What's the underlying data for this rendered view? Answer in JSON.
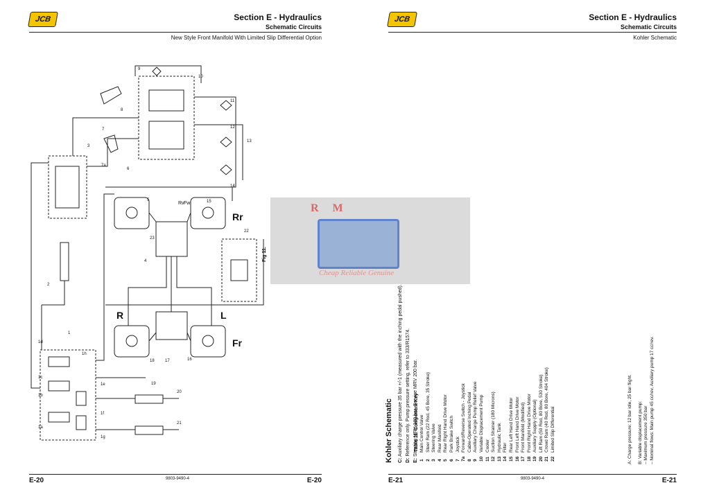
{
  "left_page": {
    "logo": "JCB",
    "section_title": "Section E - Hydraulics",
    "subtitle": "Schematic Circuits",
    "caption": "New Style Front Manifold With Limited Slip Differential Option",
    "page_left": "E-20",
    "page_right": "E-20",
    "doc_number": "9803-9490-4",
    "fig_label": "Fig 11.",
    "wheel_labels": {
      "rr": "Rr",
      "r": "R",
      "l": "L",
      "fr": "Fr"
    },
    "port_labels": [
      "Rv",
      "Fw"
    ],
    "callouts": [
      "1",
      "1a",
      "1b",
      "1c",
      "1d",
      "1e",
      "1f",
      "1g",
      "1h",
      "2",
      "3",
      "4",
      "5",
      "6",
      "7",
      "7a",
      "8",
      "9",
      "10",
      "11",
      "12",
      "13",
      "14",
      "15",
      "16",
      "17",
      "18",
      "19",
      "20",
      "21",
      "22",
      "23"
    ]
  },
  "right_page": {
    "logo": "JCB",
    "section_title": "Section E - Hydraulics",
    "subtitle": "Schematic Circuits",
    "caption": "Kohler Schematic",
    "page_left": "E-21",
    "page_right": "E-21",
    "doc_number": "9803-9490-4",
    "heading": "Kohler Schematic",
    "notes": [
      {
        "tag": "C:",
        "text": "Auxiliary charge pressure 35 bar +/-1 (measured with the inching pedal pushed)."
      },
      {
        "tag": "D:",
        "text": "Reference only. Pump pressure setting, refer to 333/R1574."
      },
      {
        "tag": "E:",
        "text": "Steering MRV 180 bar, Service MRV 200 bar."
      }
    ],
    "key_title": "Table 11. Component Key",
    "key": [
      {
        "n": "1",
        "label": "Main Control Valve"
      },
      {
        "n": "2",
        "label": "Steer Ram (22 Rod, 45 Bore, 35 Stroke)"
      },
      {
        "n": "3",
        "label": "Steering Valve"
      },
      {
        "n": "4",
        "label": "Rear Manifold"
      },
      {
        "n": "5",
        "label": "Rear Right Hand Drive Motor"
      },
      {
        "n": "6",
        "label": "Park Brake Switch"
      },
      {
        "n": "7",
        "label": "Joystick"
      },
      {
        "n": "7a",
        "label": "Forward/Reverse Switch - Joystick"
      },
      {
        "n": "8",
        "label": "Cable-Operated Inching Pedal"
      },
      {
        "n": "9",
        "label": "Auxiliary Charge Pump Relief Valve"
      },
      {
        "n": "10",
        "label": "Variable Displacement Pump"
      },
      {
        "n": "11",
        "label": "Cooler"
      },
      {
        "n": "12",
        "label": "Suction Strainer (180 Microns)"
      },
      {
        "n": "13",
        "label": "Hydraulic Tank"
      },
      {
        "n": "14",
        "label": "Filter"
      },
      {
        "n": "15",
        "label": "Rear Left Hand Drive Motor"
      },
      {
        "n": "16",
        "label": "Front Left Hand Drive Motor"
      },
      {
        "n": "17",
        "label": "Front Manifold (Modified)"
      },
      {
        "n": "18",
        "label": "Front Right Hand Drive Motor"
      },
      {
        "n": "19",
        "label": "Auxiliary Supply (Optional)"
      },
      {
        "n": "20",
        "label": "Lift Ram (50 Rod, 80 Bore, 530 Stroke)"
      },
      {
        "n": "21",
        "label": "Crowd Ram (40 Rod, 80 Bore, 404 Stroke)"
      },
      {
        "n": "22",
        "label": "Limited Slip Differential"
      }
    ],
    "spec_a": "A: Charge pressure: 12 bar idle, 25 bar flight.",
    "spec_b": "B: Variable displacement pump:",
    "spec_b1": "–  Maximum pressure 350 bar",
    "spec_b2": "–  Nominal flows: Main pump 45 cc/rev, Auxiliary pump 17 cc/rev."
  },
  "watermark": {
    "initials": "R M",
    "tagline": "Cheap Reliable Genuine"
  }
}
